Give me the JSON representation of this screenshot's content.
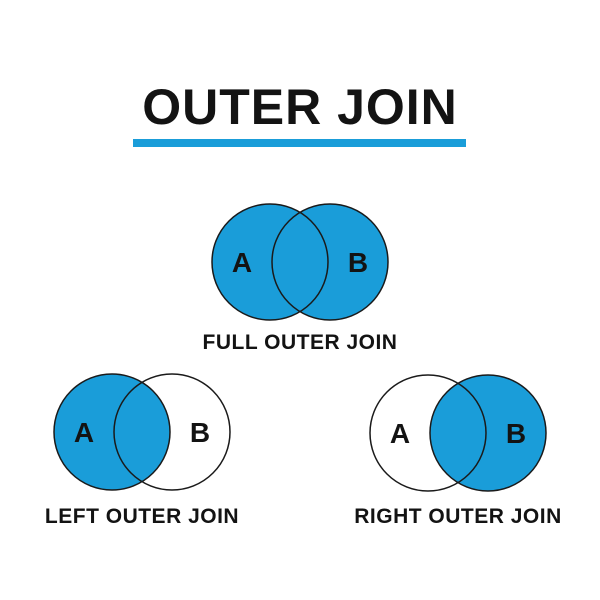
{
  "title": "OUTER JOIN",
  "colors": {
    "accent": "#1A9DD9",
    "empty": "#FFFFFF",
    "stroke": "#1A1A1A",
    "text": "#131313"
  },
  "diagrams": [
    {
      "id": "full",
      "label": "FULL OUTER JOIN",
      "left_label": "A",
      "right_label": "B",
      "left_filled": true,
      "right_filled": true
    },
    {
      "id": "left",
      "label": "LEFT OUTER JOIN",
      "left_label": "A",
      "right_label": "B",
      "left_filled": true,
      "right_filled": false
    },
    {
      "id": "right",
      "label": "RIGHT OUTER JOIN",
      "left_label": "A",
      "right_label": "B",
      "left_filled": false,
      "right_filled": true
    }
  ]
}
